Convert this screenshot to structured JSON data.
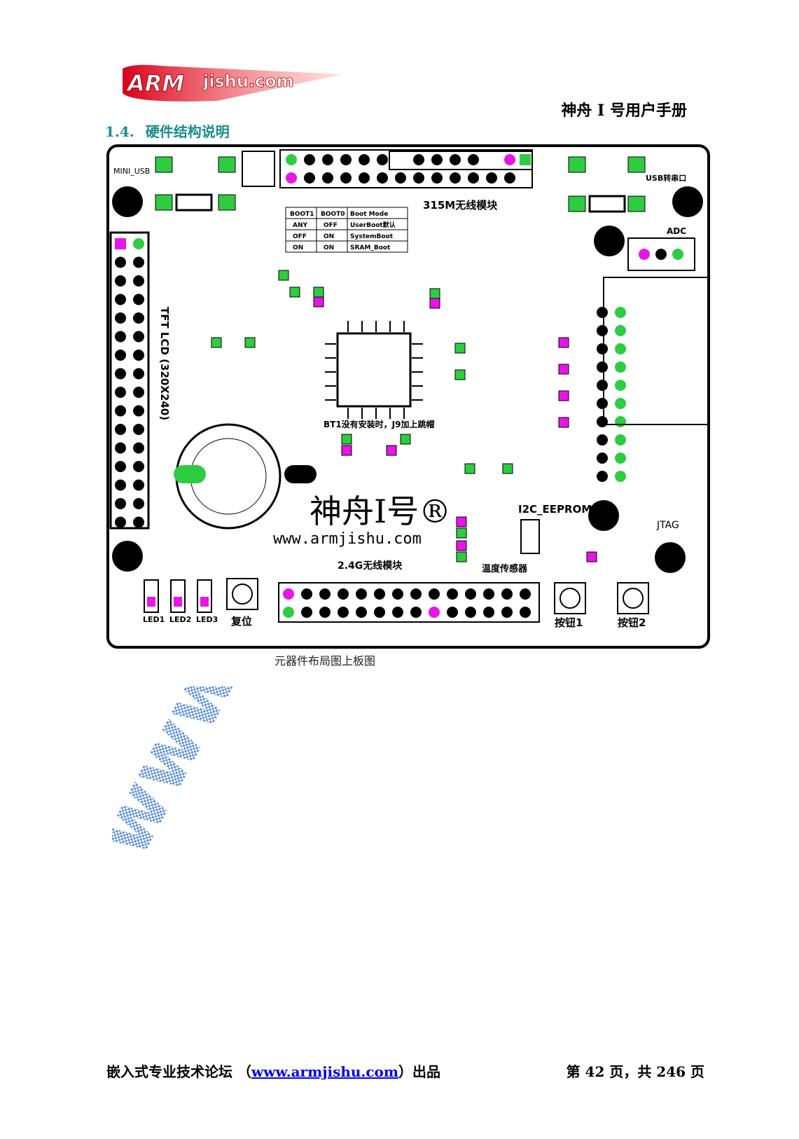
{
  "logo": {
    "arm": "ARM",
    "rest": "jishu.com"
  },
  "header": {
    "title": "神舟 I 号用户手册"
  },
  "section": {
    "number": "1.4.",
    "title": "硬件结构说明"
  },
  "board": {
    "brand": "神舟I号®",
    "url": "www.armjishu.com",
    "lcd_label": "TFT LCD (320X240)",
    "module_315": "315M无线模块",
    "module_24g": "2.4G无线模块",
    "temp_sensor": "温度传感器",
    "eeprom": "I2C_EEPROM",
    "bt1_note": "BT1没有安装时，J9加上跳帽",
    "mini_usb": "MINI_USB",
    "usb_serial": "USB转串口",
    "adc": "ADC",
    "jtag": "JTAG",
    "reset": "复位",
    "button1": "按钮1",
    "button2": "按钮2",
    "leds": [
      "LED1",
      "LED2",
      "LED3"
    ],
    "boot_table": {
      "header": [
        "BOOT1",
        "BOOT0",
        "Boot Mode"
      ],
      "rows": [
        [
          "ANY",
          "OFF",
          "UserBoot默认"
        ],
        [
          "OFF",
          "ON",
          "SystemBoot"
        ],
        [
          "ON",
          "ON",
          "SRAM_Boot"
        ]
      ]
    }
  },
  "caption": "元器件布局图上板图",
  "watermark": "www.ar",
  "footer": {
    "left_prefix": "嵌入式专业技术论坛 （",
    "link": "www.armjishu.com",
    "left_suffix": "）出品",
    "page": "第 42 页，共 246 页"
  }
}
